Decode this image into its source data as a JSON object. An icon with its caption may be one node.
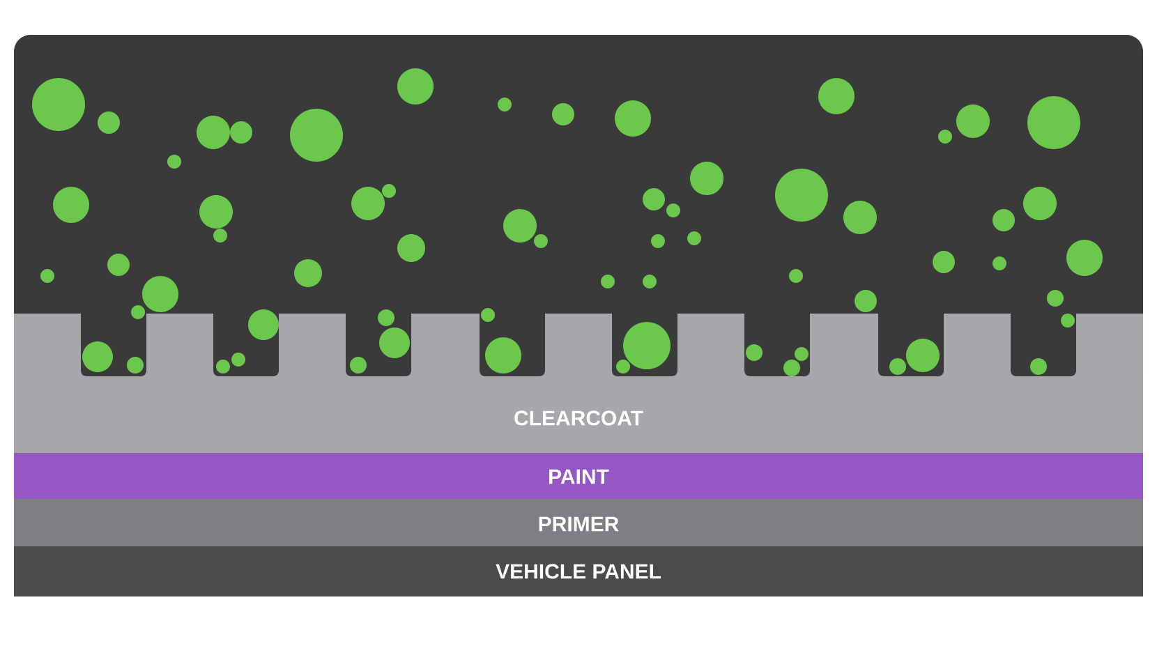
{
  "diagram": {
    "nodes": [
      {
        "text": [
          "CLEARCOAT"
        ]
      },
      {
        "text": [
          "PAINT"
        ]
      },
      {
        "text": [
          "PRIMER"
        ]
      },
      {
        "text": [
          "VEHICLE PANEL"
        ]
      }
    ]
  }
}
